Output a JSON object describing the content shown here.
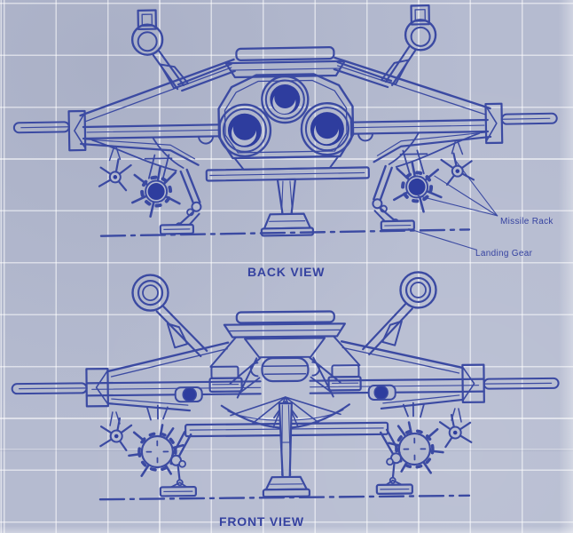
{
  "document": {
    "kind": "blueprint line drawing of a spacecraft on grid paper",
    "views": [
      {
        "id": "back",
        "title": "BACK VIEW"
      },
      {
        "id": "front",
        "title": "FRONT VIEW"
      }
    ],
    "callouts": [
      {
        "id": "missile-rack",
        "label": "Missile Rack",
        "points_to": "underwing missile clusters"
      },
      {
        "id": "landing-gear",
        "label": "Landing Gear",
        "points_to": "landing foot pad"
      }
    ],
    "colors": {
      "ink": "#3b4aa2",
      "ink_fill": "#2e3d9e",
      "paper": "#b5bbd0",
      "grid_line": "#eef1f8",
      "label_text": "#3542a0"
    }
  }
}
